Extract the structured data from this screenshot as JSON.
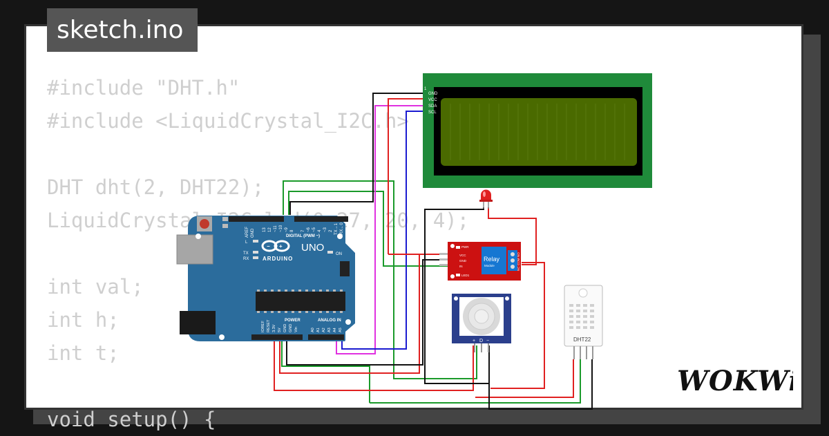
{
  "editor": {
    "file_tab_label": "sketch.ino",
    "code_lines": [
      "#include \"DHT.h\"",
      "#include <LiquidCrystal_I2C.h>",
      "",
      "DHT dht(2, DHT22);",
      "LiquidCrystal_I2C lcd(0x27, 20, 4);",
      "",
      "int val;",
      "int h;",
      "int t;",
      "",
      "void setup() {"
    ]
  },
  "arduino": {
    "model": "UNO",
    "brand": "ARDUINO",
    "digital_label": "DIGITAL (PWM ~)",
    "power_label": "POWER",
    "analog_label": "ANALOG IN",
    "on_label": "ON",
    "l_label": "L",
    "tx_label": "TX",
    "rx_label": "RX",
    "aref_label": "AREF",
    "gnd_label": "GND",
    "digital_pins": [
      "13",
      "12",
      "~11",
      "~10",
      "~9",
      "8",
      "7",
      "~6",
      "~5",
      "4",
      "~3",
      "2",
      "TX→1",
      "RX←0"
    ],
    "power_pins": [
      "IOREF",
      "RESET",
      "3.3V",
      "5V",
      "GND",
      "GND",
      "Vin"
    ],
    "analog_pins": [
      "A0",
      "A1",
      "A2",
      "A3",
      "A4",
      "A5"
    ]
  },
  "lcd": {
    "pins": [
      "GND",
      "VCC",
      "SDA",
      "SCL"
    ],
    "corner_label": "1"
  },
  "relay": {
    "title": "Relay",
    "subtitle": "Module",
    "pin_labels": [
      "VCC",
      "GND",
      "IN"
    ],
    "pwr_label": "PWR",
    "led_label": "LED1",
    "terminal_labels": [
      "NC",
      "COM",
      "NO"
    ]
  },
  "pir": {
    "pin_labels": [
      "+",
      "D",
      "−"
    ]
  },
  "dht": {
    "label": "DHT22"
  },
  "brand": {
    "logo_text": "WOKWi"
  },
  "colors": {
    "arduino_board": "#2b6c9c",
    "lcd_frame": "#1f8a3a",
    "lcd_screen": "#4a6a00",
    "relay_board": "#cc1111",
    "pir_board": "#2b3f8c",
    "wire_red": "#e02020",
    "wire_green": "#1a9a2a",
    "wire_black": "#111111",
    "wire_magenta": "#e030e0",
    "wire_blue": "#1a1ad0"
  }
}
